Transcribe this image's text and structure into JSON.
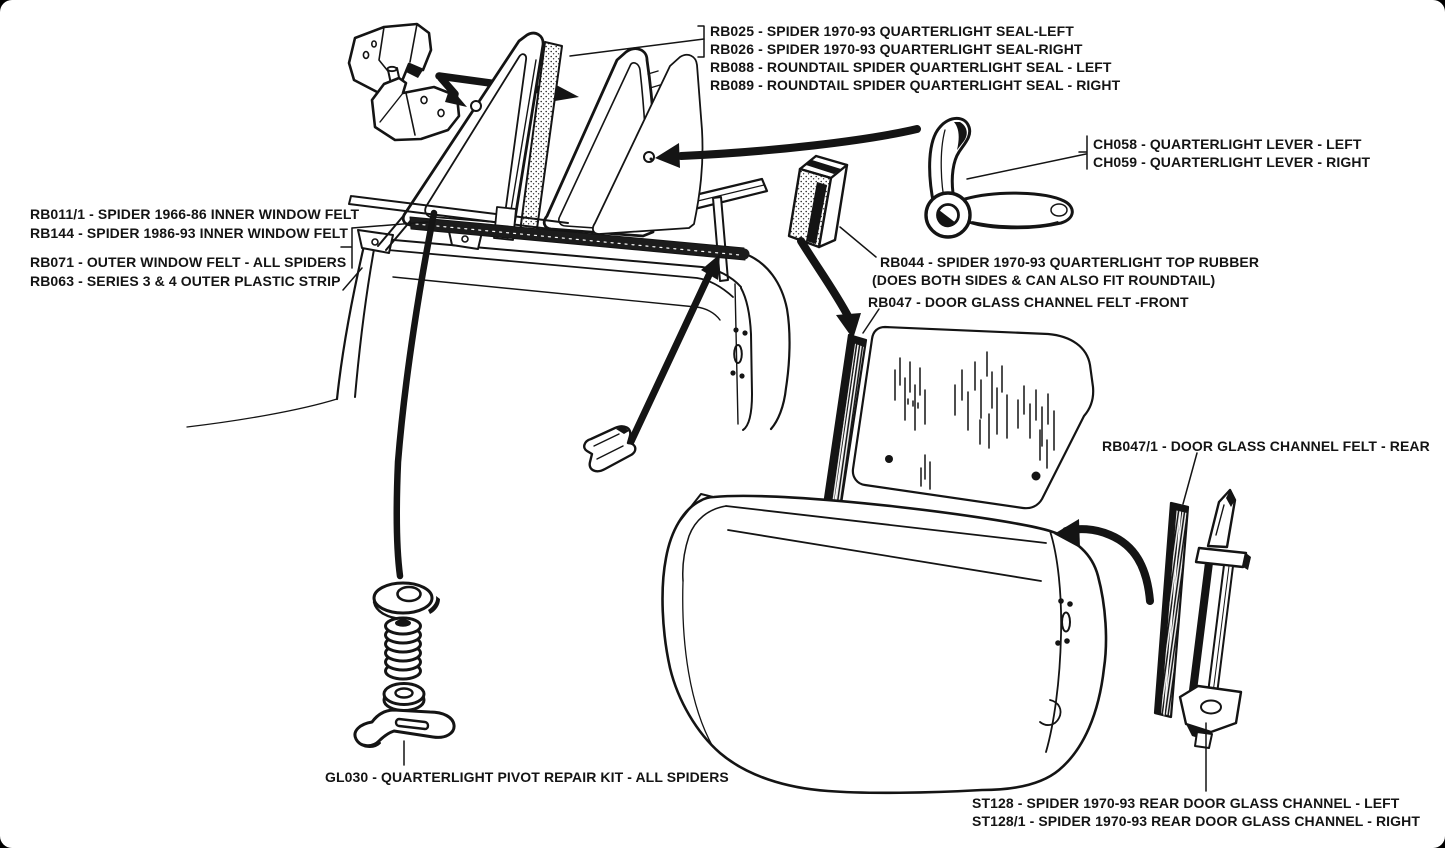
{
  "diagram_title": "Spider quarterlight and door glass exploded parts diagram",
  "colors": {
    "ink": "#141414",
    "paper": "#ffffff",
    "corner_matte": "#000000"
  },
  "labels": {
    "seal_group": {
      "lines": [
        "RB025 - SPIDER 1970-93 QUARTERLIGHT SEAL-LEFT",
        "RB026 - SPIDER 1970-93 QUARTERLIGHT SEAL-RIGHT",
        "RB088 - ROUNDTAIL SPIDER QUARTERLIGHT SEAL - LEFT",
        "RB089 - ROUNDTAIL SPIDER QUARTERLIGHT SEAL - RIGHT"
      ]
    },
    "lever_group": {
      "lines": [
        "CH058 - QUARTERLIGHT LEVER - LEFT",
        "CH059 - QUARTERLIGHT LEVER - RIGHT"
      ]
    },
    "inner_felt_group": {
      "lines": [
        "RB011/1 - SPIDER 1966-86 INNER WINDOW FELT",
        "RB144 - SPIDER 1986-93 INNER WINDOW FELT"
      ]
    },
    "outer_felt_group": {
      "lines": [
        "RB071 - OUTER WINDOW FELT - ALL SPIDERS",
        "RB063 - SERIES 3 & 4 OUTER PLASTIC STRIP"
      ]
    },
    "top_rubber_group": {
      "lines": [
        "RB044 - SPIDER 1970-93 QUARTERLIGHT TOP RUBBER",
        "(DOES BOTH SIDES & CAN ALSO FIT ROUNDTAIL)"
      ]
    },
    "channel_felt_front": {
      "text": "RB047 - DOOR GLASS CHANNEL FELT  -FRONT"
    },
    "channel_felt_rear": {
      "text": "RB047/1 - DOOR GLASS CHANNEL FELT - REAR"
    },
    "pivot_kit": {
      "text": "GL030 - QUARTERLIGHT PIVOT REPAIR KIT - ALL SPIDERS"
    },
    "rear_channel_group": {
      "lines": [
        "ST128 - SPIDER 1970-93 REAR DOOR GLASS CHANNEL - LEFT",
        "ST128/1 - SPIDER 1970-93 REAR DOOR GLASS CHANNEL - RIGHT"
      ]
    }
  },
  "parts": [
    "quarterlight-hinge-upper",
    "quarterlight-hinge-lower",
    "quarterlight-frame",
    "quarterlight-seal-strip",
    "quarterlight-seal-frame",
    "quarterlight-glass",
    "quarterlight-lever",
    "quarterlight-top-rubber",
    "door-glass-channel-felt-front",
    "door-glass",
    "front-door-panel",
    "rear-door-panel",
    "window-felt-strip",
    "retaining-clip",
    "pivot-kit-cam",
    "pivot-kit-spring",
    "pivot-kit-washer",
    "pivot-kit-hook-plate",
    "door-glass-channel-felt-rear",
    "rear-door-glass-channel"
  ]
}
